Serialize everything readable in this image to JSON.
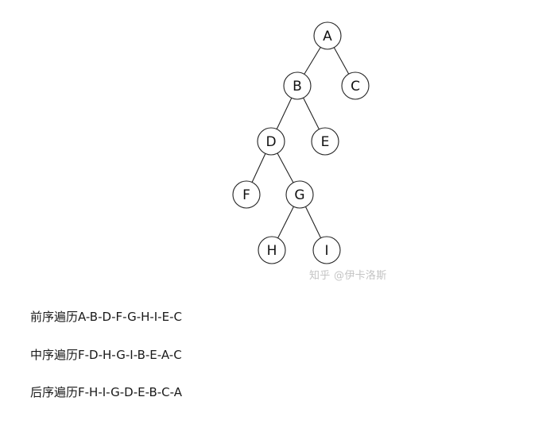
{
  "tree": {
    "nodes": [
      {
        "id": "A",
        "label": "A"
      },
      {
        "id": "B",
        "label": "B"
      },
      {
        "id": "C",
        "label": "C"
      },
      {
        "id": "D",
        "label": "D"
      },
      {
        "id": "E",
        "label": "E"
      },
      {
        "id": "F",
        "label": "F"
      },
      {
        "id": "G",
        "label": "G"
      },
      {
        "id": "H",
        "label": "H"
      },
      {
        "id": "I",
        "label": "I"
      }
    ],
    "edges": [
      [
        "A",
        "B"
      ],
      [
        "A",
        "C"
      ],
      [
        "B",
        "D"
      ],
      [
        "B",
        "E"
      ],
      [
        "D",
        "F"
      ],
      [
        "D",
        "G"
      ],
      [
        "G",
        "H"
      ],
      [
        "G",
        "I"
      ]
    ]
  },
  "watermark": "知乎 @伊卡洛斯",
  "traversals": {
    "preorder": "前序遍历A-B-D-F-G-H-I-E-C",
    "inorder": "中序遍历F-D-H-G-I-B-E-A-C",
    "postorder": "后序遍历F-H-I-G-D-E-B-C-A"
  }
}
